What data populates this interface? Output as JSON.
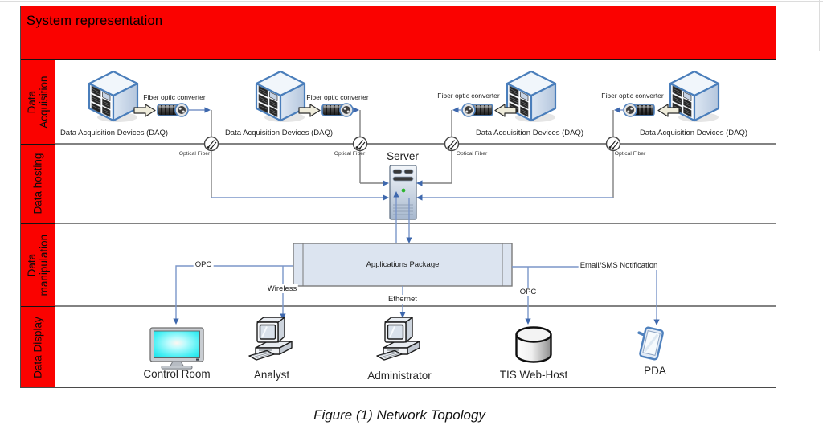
{
  "header": {
    "title": "System representation"
  },
  "sidebar": {
    "rows": [
      {
        "label": "Data Acquisition"
      },
      {
        "label": "Data hosting"
      },
      {
        "label": "Data manipulation"
      },
      {
        "label": "Data Display"
      }
    ]
  },
  "acquisition": {
    "units": [
      {
        "device_label": "Data Acquisition Devices (DAQ)",
        "converter_label": "Fiber optic converter",
        "fiber_label": "Optical Fiber"
      },
      {
        "device_label": "Data Acquisition Devices (DAQ)",
        "converter_label": "Fiber optic converter",
        "fiber_label": "Optical Fiber"
      },
      {
        "device_label": "Data Acquisition Devices (DAQ)",
        "converter_label": "Fiber optic converter",
        "fiber_label": "Optical Fiber"
      },
      {
        "device_label": "Data Acquisition Devices (DAQ)",
        "converter_label": "Fiber optic converter",
        "fiber_label": "Optical Fiber"
      }
    ]
  },
  "hosting": {
    "server_label": "Server"
  },
  "manipulation": {
    "package_label": "Applications Package",
    "links": {
      "opc_left": "OPC",
      "wireless": "Wireless",
      "ethernet": "Ethernet",
      "opc_right": "OPC",
      "email_sms": "Email/SMS Notification"
    }
  },
  "display": {
    "endpoints": [
      {
        "label": "Control Room"
      },
      {
        "label": "Analyst"
      },
      {
        "label": "Administrator"
      },
      {
        "label": "TIS Web-Host"
      },
      {
        "label": "PDA"
      }
    ]
  },
  "caption": "Figure (1) Network Topology",
  "colors": {
    "band_red": "#fa0200",
    "line_blue": "#7b96c9",
    "arrow_blue": "#3e68ad",
    "node_blue": "#4f81bd",
    "screen_cyan": "#3deef2"
  }
}
